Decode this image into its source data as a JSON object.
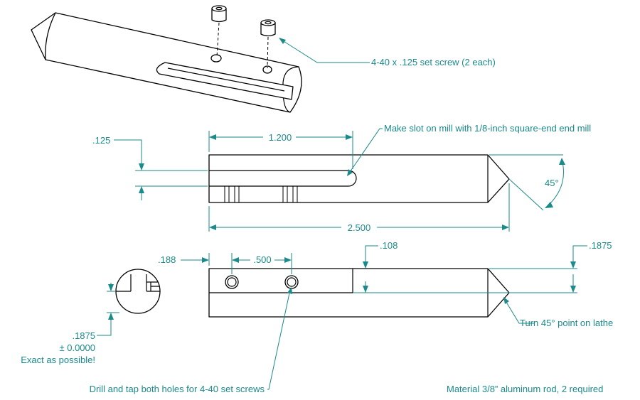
{
  "labels": {
    "set_screw_note": "4-40 x .125 set screw (2 each)",
    "slot_note": "Make slot on mill with 1/8-inch square-end end mill",
    "dim_125": ".125",
    "dim_1200": "1.200",
    "dim_45": "45°",
    "dim_2500": "2.500",
    "dim_188": ".188",
    "dim_500": ".500",
    "dim_108": ".108",
    "dim_1875_right": ".1875",
    "dim_1875_left": ".1875",
    "tolerance": "± 0.0000",
    "exact_note": "Exact as possible!",
    "lathe_note": "Turn 45° point on lathe",
    "drill_note": "Drill and tap both holes for 4-40 set screws",
    "material_note": "Material 3/8” aluminum rod, 2 required"
  },
  "colors": {
    "annotation": "#1a8a8a",
    "line": "#000000",
    "background": "#ffffff"
  }
}
